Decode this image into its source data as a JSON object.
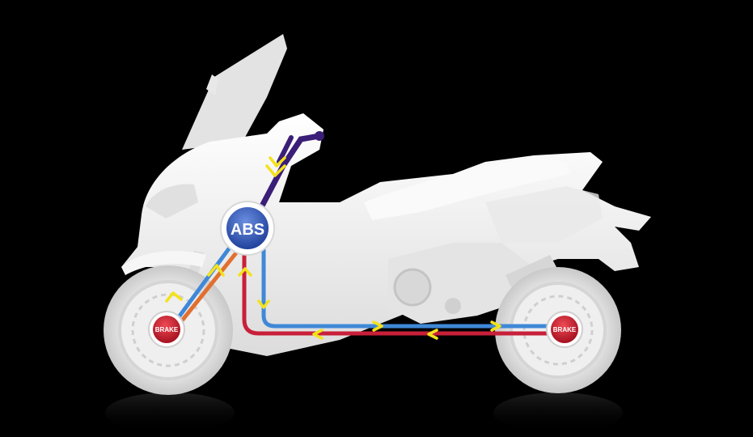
{
  "diagram": {
    "abs_label": "ABS",
    "brake_front_label": "BRAKE",
    "brake_rear_label": "BRAKE",
    "colors": {
      "background": "#000000",
      "body": "#f2f2f2",
      "line_purple": "#3a1e78",
      "line_blue": "#3f88d8",
      "line_red": "#c8203a",
      "line_orange": "#e07030",
      "arrow_yellow": "#f4e21a",
      "brake_red": "#c41a2e",
      "abs_blue": "#2a4fb0"
    }
  }
}
